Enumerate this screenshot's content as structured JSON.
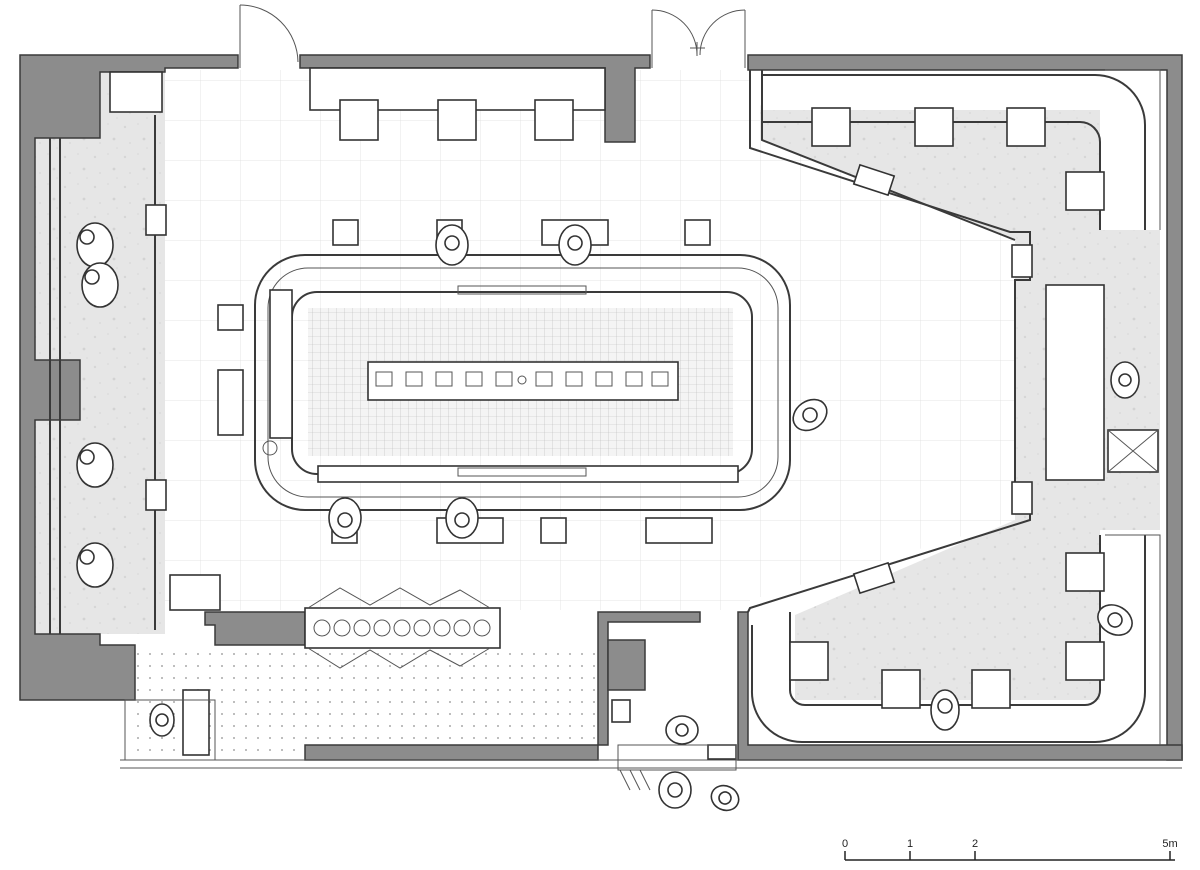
{
  "diagram": {
    "colors": {
      "wall": "#8c8c8c",
      "line": "#3a3a3a",
      "stone_floor": "#e6e6e6",
      "grid": "#dddddd"
    },
    "scale_bar": {
      "unit": "m",
      "ticks": [
        {
          "value": 0,
          "label": "0"
        },
        {
          "value": 1,
          "label": "1"
        },
        {
          "value": 2,
          "label": "2"
        },
        {
          "value": 5,
          "label": "5m"
        }
      ]
    }
  }
}
